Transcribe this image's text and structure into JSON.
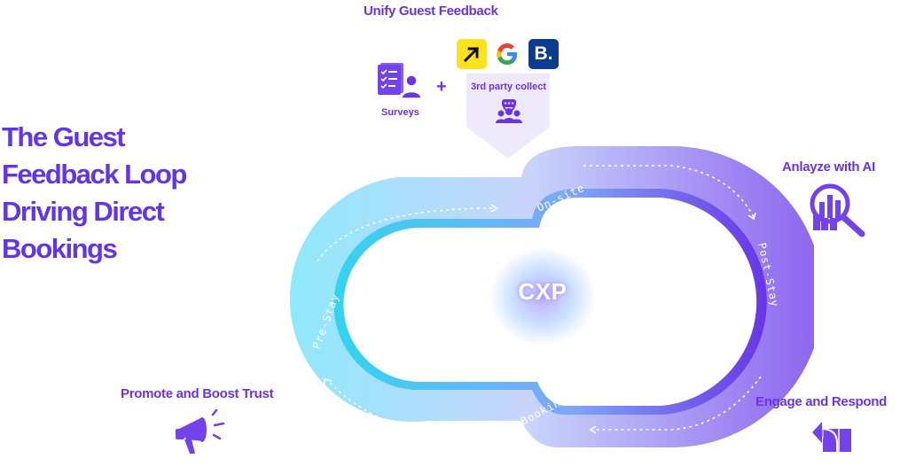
{
  "title": "The Guest\nFeedback Loop\nDriving Direct\nBookings",
  "center_label": "CXP",
  "unify": {
    "heading": "Unify Guest Feedback",
    "surveys_label": "Surveys",
    "plus": "+",
    "third_party_label": "3rd party collect",
    "logos": [
      {
        "name": "yelp-logo",
        "glyph": "↗"
      },
      {
        "name": "google-logo",
        "glyph": "G"
      },
      {
        "name": "booking-logo",
        "glyph": "B."
      }
    ]
  },
  "stages": {
    "on_site": "On-site",
    "post_stay": "Post-Stay",
    "booking": "Booking",
    "pre_stay": "Pre-Stay"
  },
  "actions": {
    "analyze": "Anlayze with AI",
    "engage": "Engage and Respond",
    "promote": "Promote and Boost Trust"
  },
  "colors": {
    "brand_purple": "#6a34e6",
    "loop_cyan": "#33d4f0",
    "loop_violet": "#7a4cf0",
    "icon_purple": "#7342ea"
  }
}
